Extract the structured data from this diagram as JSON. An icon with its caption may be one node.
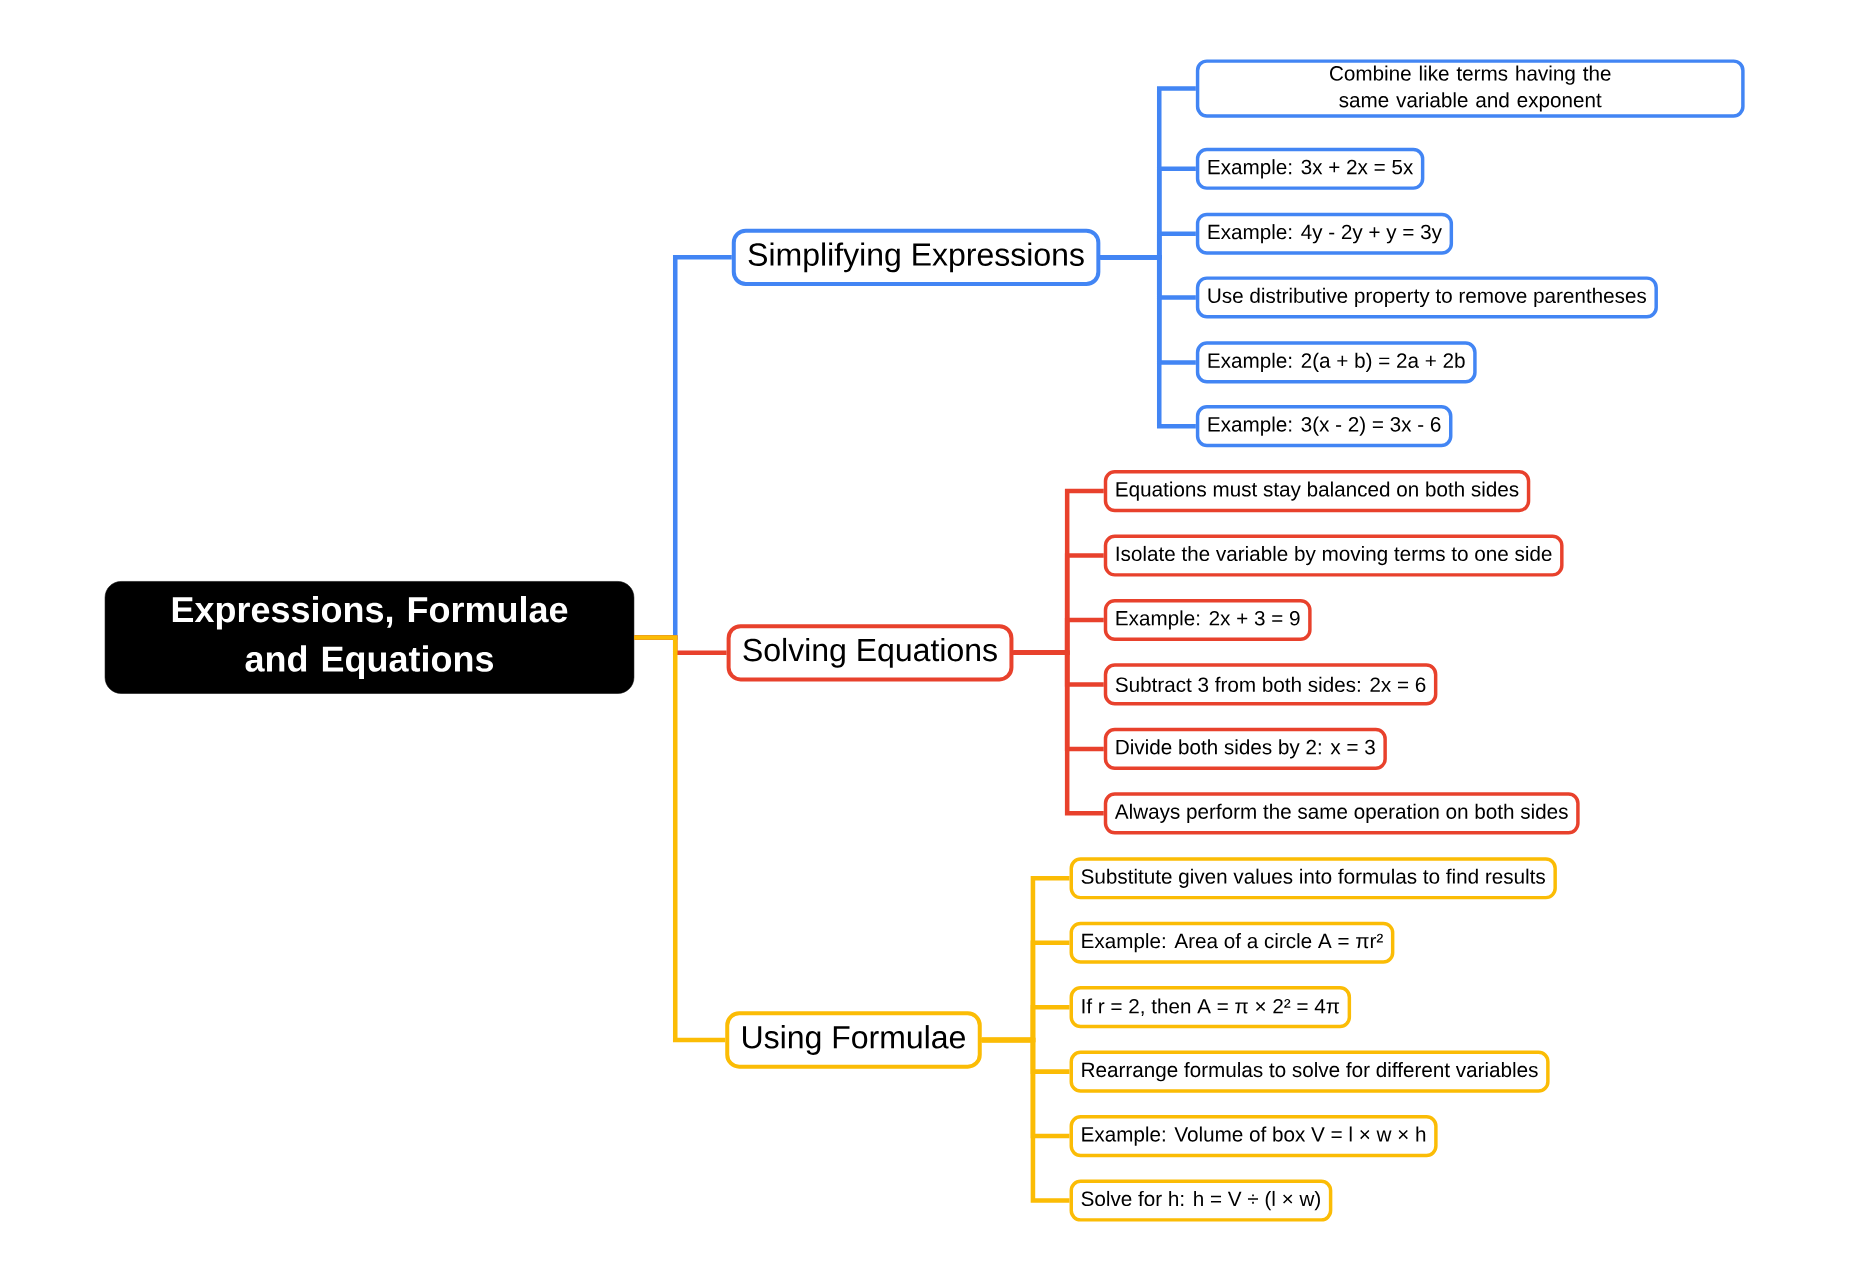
{
  "diagram": {
    "nodes": [
      {
        "text": [
          "Expressions, Formulae and Equations"
        ]
      },
      {
        "text": [
          "Simplifying Expressions"
        ]
      },
      {
        "text": [
          "Combine like terms having the same variable and exponent"
        ]
      },
      {
        "text": [
          "Example: 3x + 2x = 5x"
        ]
      },
      {
        "text": [
          "Example: 4y - 2y + y = 3y"
        ]
      },
      {
        "text": [
          "Use distributive property to remove parentheses"
        ]
      },
      {
        "text": [
          "Example: 2(a + b) = 2a + 2b"
        ]
      },
      {
        "text": [
          "Example: 3(x - 2) = 3x - 6"
        ]
      },
      {
        "text": [
          "Solving Equations"
        ]
      },
      {
        "text": [
          "Equations must stay balanced on both sides"
        ]
      },
      {
        "text": [
          "Isolate the variable by moving terms to one side"
        ]
      },
      {
        "text": [
          "Example: 2x + 3 = 9"
        ]
      },
      {
        "text": [
          "Subtract 3 from both sides: 2x = 6"
        ]
      },
      {
        "text": [
          "Divide both sides by 2: x = 3"
        ]
      },
      {
        "text": [
          "Always perform the same operation on both sides"
        ]
      },
      {
        "text": [
          "Using Formulae"
        ]
      },
      {
        "text": [
          "Substitute given values into formulas to find results"
        ]
      },
      {
        "text": [
          "Example: Area of a circle A = πr²"
        ]
      },
      {
        "text": [
          "If r = 2, then A = π × 2² = 4π"
        ]
      },
      {
        "text": [
          "Rearrange formulas to solve for different variables"
        ]
      },
      {
        "text": [
          "Example: Volume of box V = l × w × h"
        ]
      },
      {
        "text": [
          "Solve for h: h = V ÷ (l × w)"
        ]
      }
    ],
    "edges": [
      {
        "from": 0,
        "to": 1,
        "arrow": "none",
        "color": "#4285f4"
      },
      {
        "from": 0,
        "to": 8,
        "arrow": "none",
        "color": "#e8412c"
      },
      {
        "from": 0,
        "to": 15,
        "arrow": "none",
        "color": "#fbbc05"
      },
      {
        "from": 1,
        "to": 2,
        "arrow": "none",
        "color": "#4285f4"
      },
      {
        "from": 1,
        "to": 3,
        "arrow": "none",
        "color": "#4285f4"
      },
      {
        "from": 1,
        "to": 4,
        "arrow": "none",
        "color": "#4285f4"
      },
      {
        "from": 1,
        "to": 5,
        "arrow": "none",
        "color": "#4285f4"
      },
      {
        "from": 1,
        "to": 6,
        "arrow": "none",
        "color": "#4285f4"
      },
      {
        "from": 1,
        "to": 7,
        "arrow": "none",
        "color": "#4285f4"
      },
      {
        "from": 8,
        "to": 9,
        "arrow": "none",
        "color": "#e8412c"
      },
      {
        "from": 8,
        "to": 10,
        "arrow": "none",
        "color": "#e8412c"
      },
      {
        "from": 8,
        "to": 11,
        "arrow": "none",
        "color": "#e8412c"
      },
      {
        "from": 8,
        "to": 12,
        "arrow": "none",
        "color": "#e8412c"
      },
      {
        "from": 8,
        "to": 13,
        "arrow": "none",
        "color": "#e8412c"
      },
      {
        "from": 8,
        "to": 14,
        "arrow": "none",
        "color": "#e8412c"
      },
      {
        "from": 15,
        "to": 16,
        "arrow": "none",
        "color": "#fbbc05"
      },
      {
        "from": 15,
        "to": 17,
        "arrow": "none",
        "color": "#fbbc05"
      },
      {
        "from": 15,
        "to": 18,
        "arrow": "none",
        "color": "#fbbc05"
      },
      {
        "from": 15,
        "to": 19,
        "arrow": "none",
        "color": "#fbbc05"
      },
      {
        "from": 15,
        "to": 20,
        "arrow": "none",
        "color": "#fbbc05"
      },
      {
        "from": 15,
        "to": 21,
        "arrow": "none",
        "color": "#fbbc05"
      }
    ]
  }
}
